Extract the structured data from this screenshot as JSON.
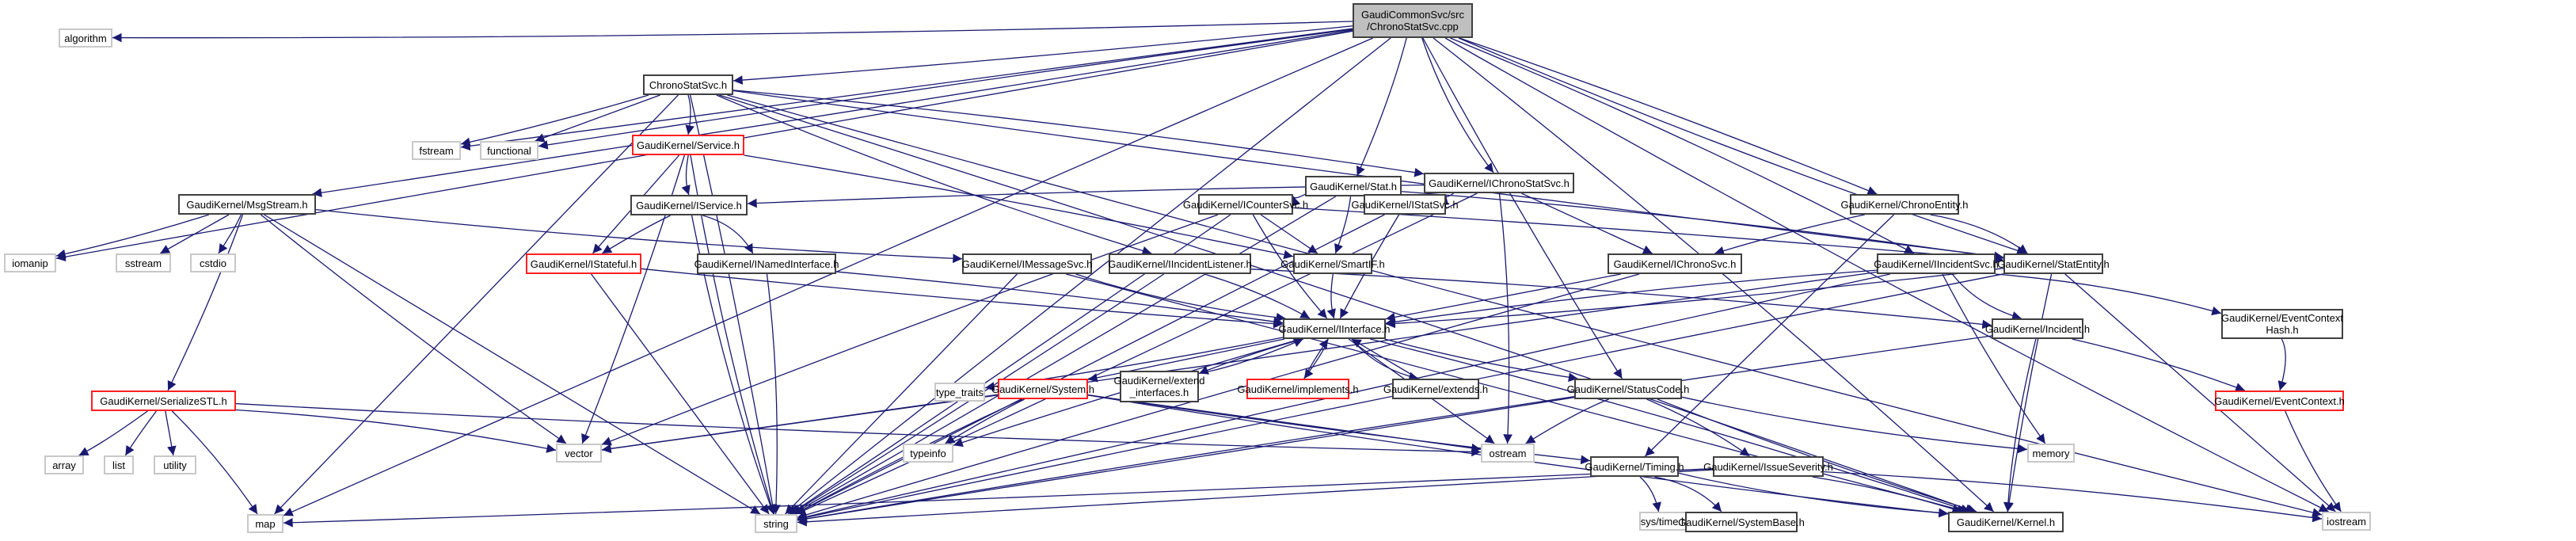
{
  "title": "Include dependency graph for ChronoStatSvc.cpp",
  "colors": {
    "edge": "#191970",
    "system_border": "#c8c8c8",
    "truncated_border": "#ff2020",
    "node_border": "#404040",
    "root_fill": "#bfbfbf"
  },
  "nodes": [
    {
      "id": "root",
      "label": "GaudiCommonSvc/src\n/ChronoStatSvc.cpp",
      "kind": "root"
    },
    {
      "id": "algorithm",
      "label": "algorithm",
      "kind": "sys"
    },
    {
      "id": "ChronoStatSvc_h",
      "label": "ChronoStatSvc.h",
      "kind": "normal"
    },
    {
      "id": "fstream",
      "label": "fstream",
      "kind": "sys"
    },
    {
      "id": "functional",
      "label": "functional",
      "kind": "sys"
    },
    {
      "id": "Service_h",
      "label": "GaudiKernel/Service.h",
      "kind": "red"
    },
    {
      "id": "Stat_h",
      "label": "GaudiKernel/Stat.h",
      "kind": "normal"
    },
    {
      "id": "IChronoStatSvc_h",
      "label": "GaudiKernel/IChronoStatSvc.h",
      "kind": "normal"
    },
    {
      "id": "MsgStream_h",
      "label": "GaudiKernel/MsgStream.h",
      "kind": "normal"
    },
    {
      "id": "IService_h",
      "label": "GaudiKernel/IService.h",
      "kind": "normal"
    },
    {
      "id": "ICounterSvc_h",
      "label": "GaudiKernel/ICounterSvc.h",
      "kind": "normal"
    },
    {
      "id": "IStatSvc_h",
      "label": "GaudiKernel/IStatSvc.h",
      "kind": "normal"
    },
    {
      "id": "ChronoEntity_h",
      "label": "GaudiKernel/ChronoEntity.h",
      "kind": "normal"
    },
    {
      "id": "iomanip",
      "label": "iomanip",
      "kind": "sys"
    },
    {
      "id": "sstream",
      "label": "sstream",
      "kind": "sys"
    },
    {
      "id": "cstdio",
      "label": "cstdio",
      "kind": "sys"
    },
    {
      "id": "IStateful_h",
      "label": "GaudiKernel/IStateful.h",
      "kind": "red"
    },
    {
      "id": "INamedInterface_h",
      "label": "GaudiKernel/INamedInterface.h",
      "kind": "normal"
    },
    {
      "id": "IMessageSvc_h",
      "label": "GaudiKernel/IMessageSvc.h",
      "kind": "normal"
    },
    {
      "id": "IIncidentListener_h",
      "label": "GaudiKernel/IIncidentListener.h",
      "kind": "normal"
    },
    {
      "id": "SmartIF_h",
      "label": "GaudiKernel/SmartIF.h",
      "kind": "normal"
    },
    {
      "id": "IChronoSvc_h",
      "label": "GaudiKernel/IChronoSvc.h",
      "kind": "normal"
    },
    {
      "id": "IIncidentSvc_h",
      "label": "GaudiKernel/IIncidentSvc.h",
      "kind": "normal"
    },
    {
      "id": "StatEntity_h",
      "label": "GaudiKernel/StatEntity.h",
      "kind": "normal"
    },
    {
      "id": "EventContextHash_h",
      "label": "GaudiKernel/EventContext\nHash.h",
      "kind": "normal"
    },
    {
      "id": "SerializeSTL_h",
      "label": "GaudiKernel/SerializeSTL.h",
      "kind": "red"
    },
    {
      "id": "IInterface_h",
      "label": "GaudiKernel/IInterface.h",
      "kind": "normal"
    },
    {
      "id": "Incident_h",
      "label": "GaudiKernel/Incident.h",
      "kind": "normal"
    },
    {
      "id": "EventContext_h",
      "label": "GaudiKernel/EventContext.h",
      "kind": "red"
    },
    {
      "id": "type_traits",
      "label": "type_traits",
      "kind": "sys"
    },
    {
      "id": "System_h",
      "label": "GaudiKernel/System.h",
      "kind": "red"
    },
    {
      "id": "extend_interfaces_h",
      "label": "GaudiKernel/extend\n_interfaces.h",
      "kind": "normal"
    },
    {
      "id": "implements_h",
      "label": "GaudiKernel/implements.h",
      "kind": "red"
    },
    {
      "id": "extends_h",
      "label": "GaudiKernel/extends.h",
      "kind": "normal"
    },
    {
      "id": "StatusCode_h",
      "label": "GaudiKernel/StatusCode.h",
      "kind": "normal"
    },
    {
      "id": "array",
      "label": "array",
      "kind": "sys"
    },
    {
      "id": "list",
      "label": "list",
      "kind": "sys"
    },
    {
      "id": "utility",
      "label": "utility",
      "kind": "sys"
    },
    {
      "id": "vector",
      "label": "vector",
      "kind": "sys"
    },
    {
      "id": "ostream",
      "label": "ostream",
      "kind": "sys"
    },
    {
      "id": "typeinfo",
      "label": "typeinfo",
      "kind": "sys"
    },
    {
      "id": "memory",
      "label": "memory",
      "kind": "sys"
    },
    {
      "id": "Timing_h",
      "label": "GaudiKernel/Timing.h",
      "kind": "normal"
    },
    {
      "id": "IssueSeverity_h",
      "label": "GaudiKernel/IssueSeverity.h",
      "kind": "normal"
    },
    {
      "id": "map",
      "label": "map",
      "kind": "sys"
    },
    {
      "id": "string",
      "label": "string",
      "kind": "sys"
    },
    {
      "id": "sys_time_h",
      "label": "sys/time.h",
      "kind": "sys"
    },
    {
      "id": "SystemBase_h",
      "label": "GaudiKernel/SystemBase.h",
      "kind": "normal"
    },
    {
      "id": "Kernel_h",
      "label": "GaudiKernel/Kernel.h",
      "kind": "normal"
    },
    {
      "id": "iostream",
      "label": "iostream",
      "kind": "sys"
    }
  ],
  "edges": [
    [
      "root",
      "algorithm"
    ],
    [
      "root",
      "ChronoStatSvc_h"
    ],
    [
      "root",
      "fstream"
    ],
    [
      "root",
      "functional"
    ],
    [
      "root",
      "Stat_h"
    ],
    [
      "root",
      "IChronoStatSvc_h"
    ],
    [
      "root",
      "MsgStream_h"
    ],
    [
      "root",
      "iomanip"
    ],
    [
      "root",
      "ChronoEntity_h"
    ],
    [
      "root",
      "IIncidentSvc_h"
    ],
    [
      "root",
      "StatEntity_h"
    ],
    [
      "root",
      "StatusCode_h"
    ],
    [
      "root",
      "string"
    ],
    [
      "root",
      "map"
    ],
    [
      "root",
      "Kernel_h"
    ],
    [
      "root",
      "iostream"
    ],
    [
      "ChronoStatSvc_h",
      "fstream"
    ],
    [
      "ChronoStatSvc_h",
      "functional"
    ],
    [
      "ChronoStatSvc_h",
      "Service_h"
    ],
    [
      "ChronoStatSvc_h",
      "IChronoStatSvc_h"
    ],
    [
      "ChronoStatSvc_h",
      "IIncidentListener_h"
    ],
    [
      "ChronoStatSvc_h",
      "StatEntity_h"
    ],
    [
      "ChronoStatSvc_h",
      "map"
    ],
    [
      "ChronoStatSvc_h",
      "string"
    ],
    [
      "ChronoStatSvc_h",
      "Kernel_h"
    ],
    [
      "ChronoStatSvc_h",
      "iostream"
    ],
    [
      "Service_h",
      "IService_h"
    ],
    [
      "Service_h",
      "IStateful_h"
    ],
    [
      "Service_h",
      "SmartIF_h"
    ],
    [
      "Service_h",
      "vector"
    ],
    [
      "Service_h",
      "string"
    ],
    [
      "Stat_h",
      "ICounterSvc_h"
    ],
    [
      "Stat_h",
      "IStatSvc_h"
    ],
    [
      "Stat_h",
      "SmartIF_h"
    ],
    [
      "Stat_h",
      "StatEntity_h"
    ],
    [
      "Stat_h",
      "string"
    ],
    [
      "IChronoStatSvc_h",
      "IStatSvc_h"
    ],
    [
      "IChronoStatSvc_h",
      "IChronoSvc_h"
    ],
    [
      "IChronoStatSvc_h",
      "IService_h"
    ],
    [
      "IChronoStatSvc_h",
      "ostream"
    ],
    [
      "IChronoStatSvc_h",
      "string"
    ],
    [
      "MsgStream_h",
      "iomanip"
    ],
    [
      "MsgStream_h",
      "sstream"
    ],
    [
      "MsgStream_h",
      "cstdio"
    ],
    [
      "MsgStream_h",
      "SerializeSTL_h"
    ],
    [
      "MsgStream_h",
      "IMessageSvc_h"
    ],
    [
      "MsgStream_h",
      "vector"
    ],
    [
      "MsgStream_h",
      "string"
    ],
    [
      "IService_h",
      "IStateful_h"
    ],
    [
      "IService_h",
      "INamedInterface_h"
    ],
    [
      "IService_h",
      "string"
    ],
    [
      "ICounterSvc_h",
      "IInterface_h"
    ],
    [
      "ICounterSvc_h",
      "SmartIF_h"
    ],
    [
      "ICounterSvc_h",
      "StatEntity_h"
    ],
    [
      "ICounterSvc_h",
      "vector"
    ],
    [
      "ICounterSvc_h",
      "string"
    ],
    [
      "IStatSvc_h",
      "IInterface_h"
    ],
    [
      "IStatSvc_h",
      "string"
    ],
    [
      "ChronoEntity_h",
      "IChronoSvc_h"
    ],
    [
      "ChronoEntity_h",
      "StatEntity_h"
    ],
    [
      "ChronoEntity_h",
      "Timing_h"
    ],
    [
      "IStateful_h",
      "IInterface_h"
    ],
    [
      "IStateful_h",
      "string"
    ],
    [
      "INamedInterface_h",
      "IInterface_h"
    ],
    [
      "INamedInterface_h",
      "string"
    ],
    [
      "IMessageSvc_h",
      "IInterface_h"
    ],
    [
      "IMessageSvc_h",
      "string"
    ],
    [
      "IMessageSvc_h",
      "Kernel_h"
    ],
    [
      "IIncidentListener_h",
      "IInterface_h"
    ],
    [
      "IIncidentListener_h",
      "Incident_h"
    ],
    [
      "IIncidentListener_h",
      "string"
    ],
    [
      "SmartIF_h",
      "IInterface_h"
    ],
    [
      "IChronoSvc_h",
      "IInterface_h"
    ],
    [
      "IChronoSvc_h",
      "string"
    ],
    [
      "IIncidentSvc_h",
      "IInterface_h"
    ],
    [
      "IIncidentSvc_h",
      "Incident_h"
    ],
    [
      "IIncidentSvc_h",
      "memory"
    ],
    [
      "IIncidentSvc_h",
      "vector"
    ],
    [
      "IIncidentSvc_h",
      "string"
    ],
    [
      "IIncidentSvc_h",
      "EventContextHash_h"
    ],
    [
      "StatEntity_h",
      "IInterface_h"
    ],
    [
      "StatEntity_h",
      "Kernel_h"
    ],
    [
      "StatEntity_h",
      "iostream"
    ],
    [
      "StatEntity_h",
      "string"
    ],
    [
      "EventContextHash_h",
      "EventContext_h"
    ],
    [
      "SerializeSTL_h",
      "array"
    ],
    [
      "SerializeSTL_h",
      "list"
    ],
    [
      "SerializeSTL_h",
      "utility"
    ],
    [
      "SerializeSTL_h",
      "map"
    ],
    [
      "SerializeSTL_h",
      "vector"
    ],
    [
      "SerializeSTL_h",
      "ostream"
    ],
    [
      "IInterface_h",
      "type_traits"
    ],
    [
      "IInterface_h",
      "System_h"
    ],
    [
      "IInterface_h",
      "extend_interfaces_h"
    ],
    [
      "IInterface_h",
      "implements_h"
    ],
    [
      "IInterface_h",
      "extends_h"
    ],
    [
      "IInterface_h",
      "StatusCode_h"
    ],
    [
      "IInterface_h",
      "ostream"
    ],
    [
      "IInterface_h",
      "typeinfo"
    ],
    [
      "IInterface_h",
      "Kernel_h"
    ],
    [
      "extend_interfaces_h",
      "IInterface_h"
    ],
    [
      "implements_h",
      "IInterface_h"
    ],
    [
      "extends_h",
      "IInterface_h"
    ],
    [
      "Incident_h",
      "EventContext_h"
    ],
    [
      "Incident_h",
      "string"
    ],
    [
      "Incident_h",
      "Kernel_h"
    ],
    [
      "EventContext_h",
      "iostream"
    ],
    [
      "System_h",
      "vector"
    ],
    [
      "System_h",
      "typeinfo"
    ],
    [
      "System_h",
      "string"
    ],
    [
      "System_h",
      "Kernel_h"
    ],
    [
      "System_h",
      "Timing_h"
    ],
    [
      "System_h",
      "ostream"
    ],
    [
      "StatusCode_h",
      "IssueSeverity_h"
    ],
    [
      "StatusCode_h",
      "ostream"
    ],
    [
      "StatusCode_h",
      "memory"
    ],
    [
      "StatusCode_h",
      "Kernel_h"
    ],
    [
      "StatusCode_h",
      "string"
    ],
    [
      "Timing_h",
      "sys_time_h"
    ],
    [
      "Timing_h",
      "SystemBase_h"
    ],
    [
      "Timing_h",
      "Kernel_h"
    ],
    [
      "IssueSeverity_h",
      "map"
    ],
    [
      "IssueSeverity_h",
      "string"
    ],
    [
      "IssueSeverity_h",
      "Kernel_h"
    ],
    [
      "IssueSeverity_h",
      "iostream"
    ]
  ]
}
